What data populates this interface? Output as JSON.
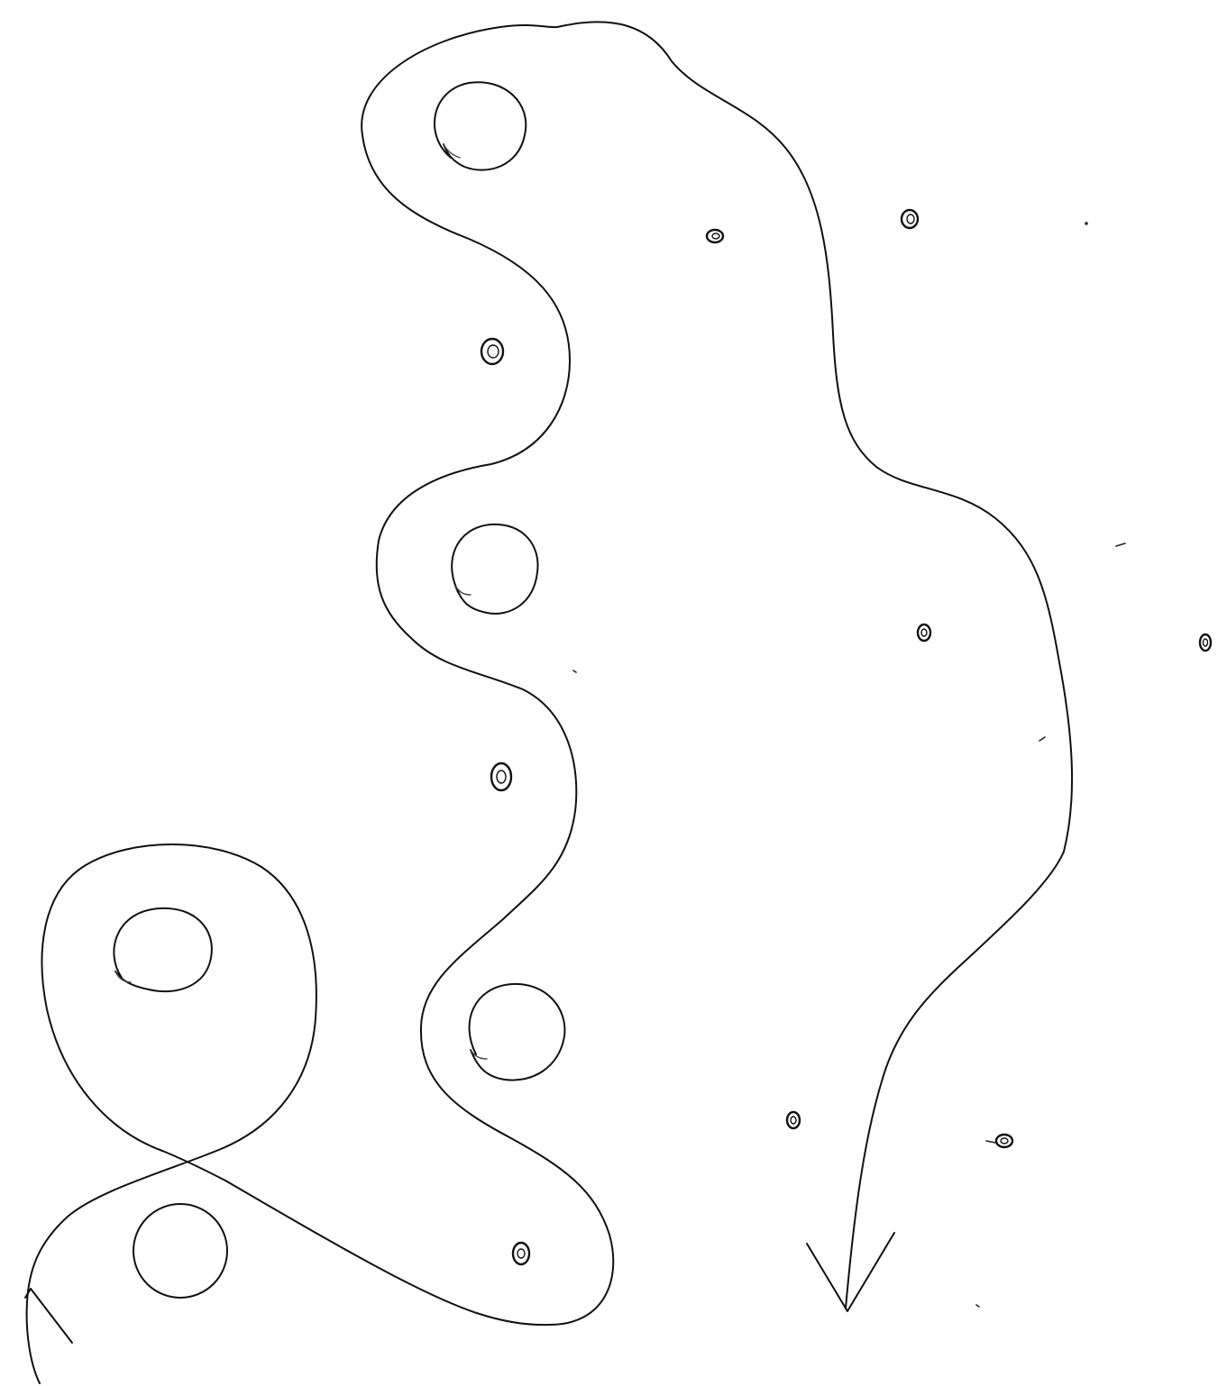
{
  "drawing": {
    "background": "#ffffff",
    "ink": "#111111",
    "shapes": [
      "blob-outline",
      "crossing-loop-arrow",
      "large-circle",
      "small-dot",
      "flow-arrow",
      "arrowhead"
    ],
    "counts": {
      "large_circles": 5,
      "small_dots": 10
    }
  }
}
